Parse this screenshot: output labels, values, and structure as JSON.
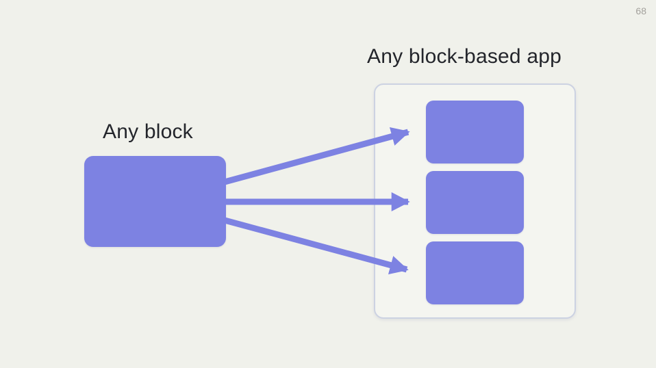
{
  "page": {
    "number": "68"
  },
  "diagram": {
    "source_label": "Any block",
    "target_label": "Any block-based app",
    "app_block_count": 3,
    "arrow_count": 3
  },
  "colors": {
    "background": "#f0f1eb",
    "panel_background": "#f4f5f0",
    "panel_border": "#ccd2e2",
    "block": "#7d82e2",
    "arrow": "#7d82e2",
    "text": "#23252b",
    "page_number": "#a3a19c"
  }
}
